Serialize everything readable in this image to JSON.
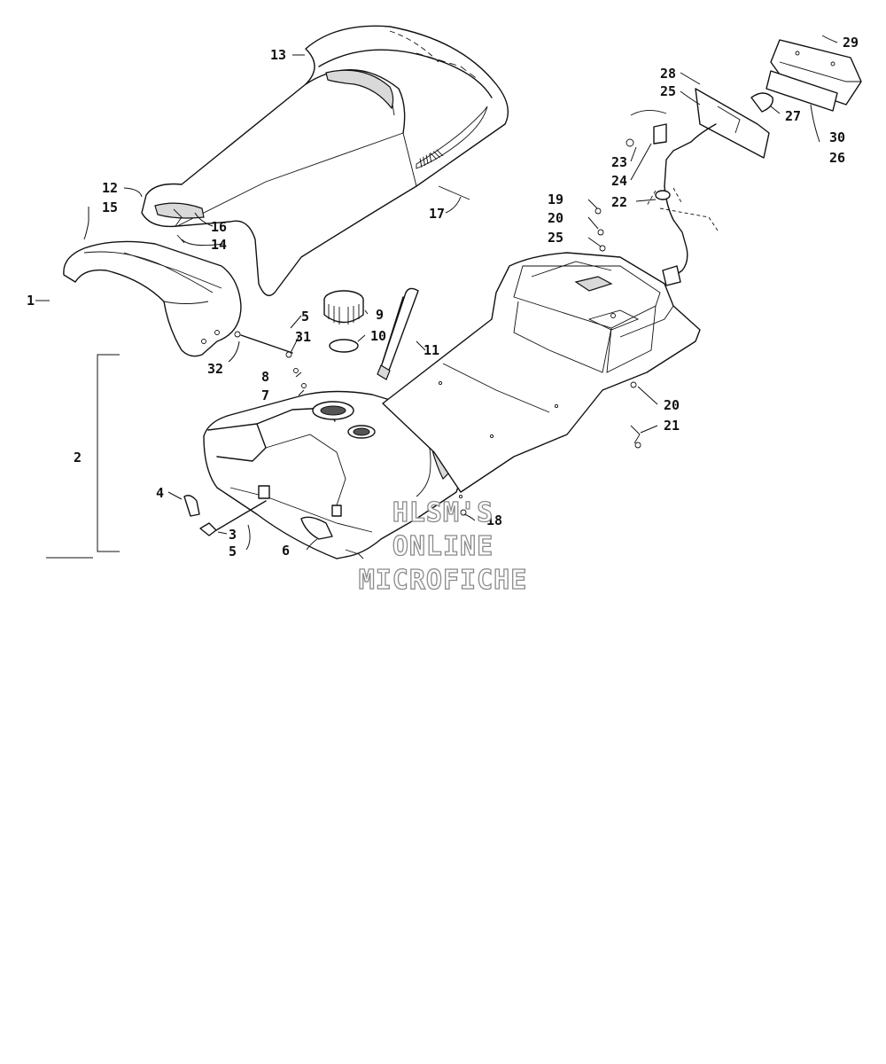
{
  "callouts": {
    "c1": "1",
    "c2": "2",
    "c3": "3",
    "c4": "4",
    "c5a": "5",
    "c5b": "5",
    "c6": "6",
    "c7": "7",
    "c8": "8",
    "c9": "9",
    "c10": "10",
    "c11": "11",
    "c12": "12",
    "c13": "13",
    "c14": "14",
    "c15": "15",
    "c16": "16",
    "c17": "17",
    "c18": "18",
    "c19": "19",
    "c20a": "20",
    "c20b": "20",
    "c21": "21",
    "c22": "22",
    "c23": "23",
    "c24": "24",
    "c25a": "25",
    "c25b": "25",
    "c26": "26",
    "c27": "27",
    "c28": "28",
    "c29": "29",
    "c30": "30",
    "c31": "31",
    "c32": "32"
  },
  "watermark": {
    "line1": "HLSM'S",
    "line2": "ONLINE",
    "line3": "MICROFICHE"
  }
}
